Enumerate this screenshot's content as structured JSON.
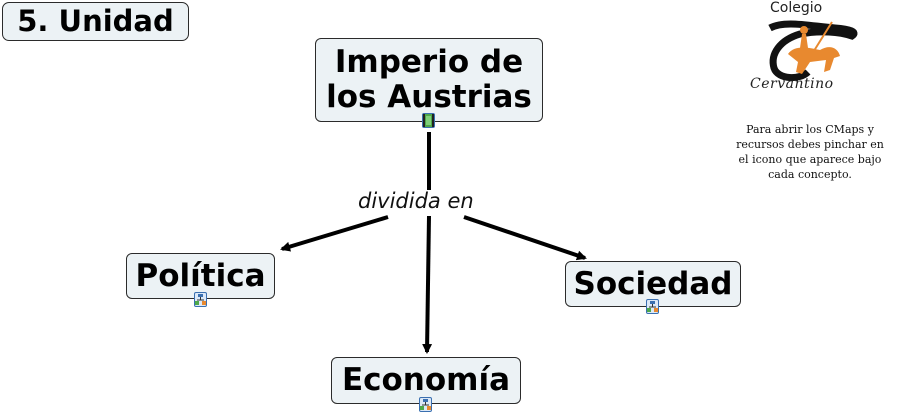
{
  "unit_label": "5. Unidad",
  "concepts": {
    "main": "Imperio de los Austrias",
    "politica": "Política",
    "economia": "Economía",
    "sociedad": "Sociedad"
  },
  "link_phrase": "dividida en",
  "logo": {
    "title": "Colegio",
    "subtitle": "Cervantino"
  },
  "note": "Para abrir los CMaps y recursos debes pinchar en el icono que aparece bajo cada concepto.",
  "colors": {
    "node_fill": "#ecf2f5",
    "node_border": "#2b2b2b",
    "logo_orange": "#e8892f",
    "icon_blue": "#3a6fb0",
    "icon_green": "#4ea84a"
  }
}
